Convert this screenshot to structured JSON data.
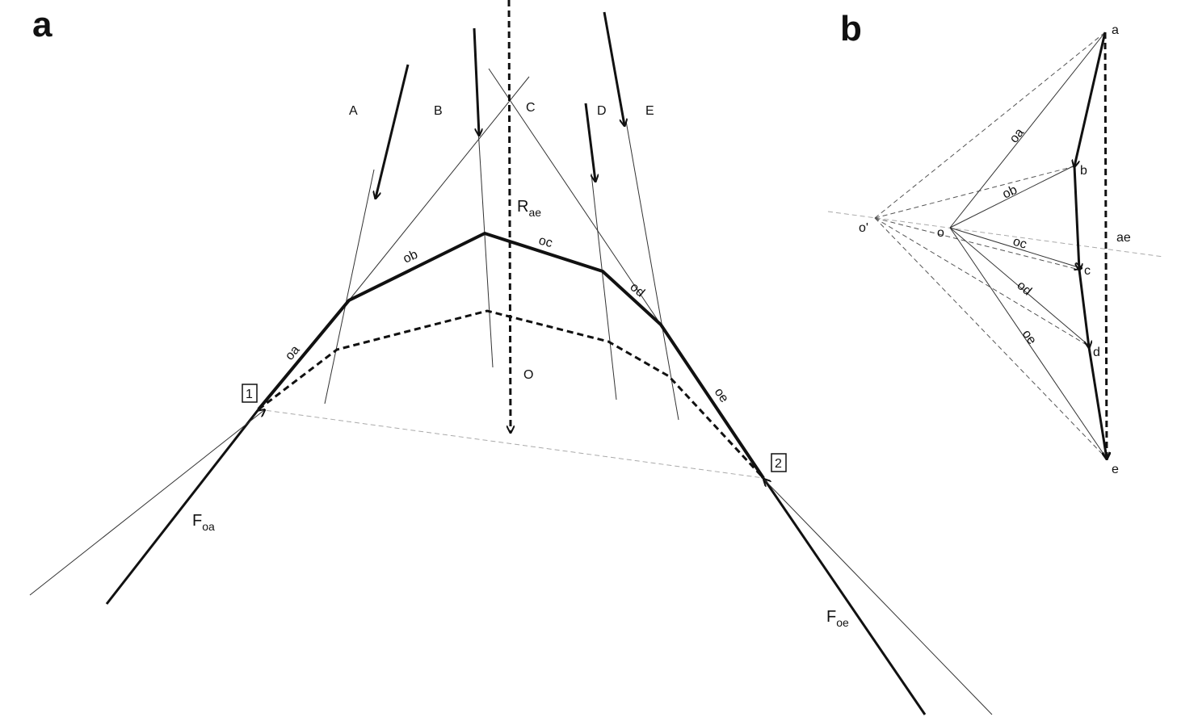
{
  "panels": {
    "a": {
      "label": "a",
      "load_labels": [
        "A",
        "B",
        "C",
        "D",
        "E"
      ],
      "segment_labels": [
        "oa",
        "ob",
        "oc",
        "od",
        "oe"
      ],
      "resultant_label": {
        "main": "R",
        "sub": "ae"
      },
      "pole_label": "O",
      "support_labels": [
        "1",
        "2"
      ],
      "force_oa": {
        "main": "F",
        "sub": "oa"
      },
      "force_oe": {
        "main": "F",
        "sub": "oe"
      }
    },
    "b": {
      "label": "b",
      "vertex_labels": [
        "a",
        "b",
        "c",
        "d",
        "e"
      ],
      "pole_labels": [
        "o'",
        "o"
      ],
      "ray_labels": [
        "oa",
        "ob",
        "oc",
        "od",
        "oe"
      ],
      "closing_label": "ae"
    }
  },
  "colors": {
    "ink": "#111111",
    "construction": "#333333",
    "guide": "#aaaaaa"
  }
}
